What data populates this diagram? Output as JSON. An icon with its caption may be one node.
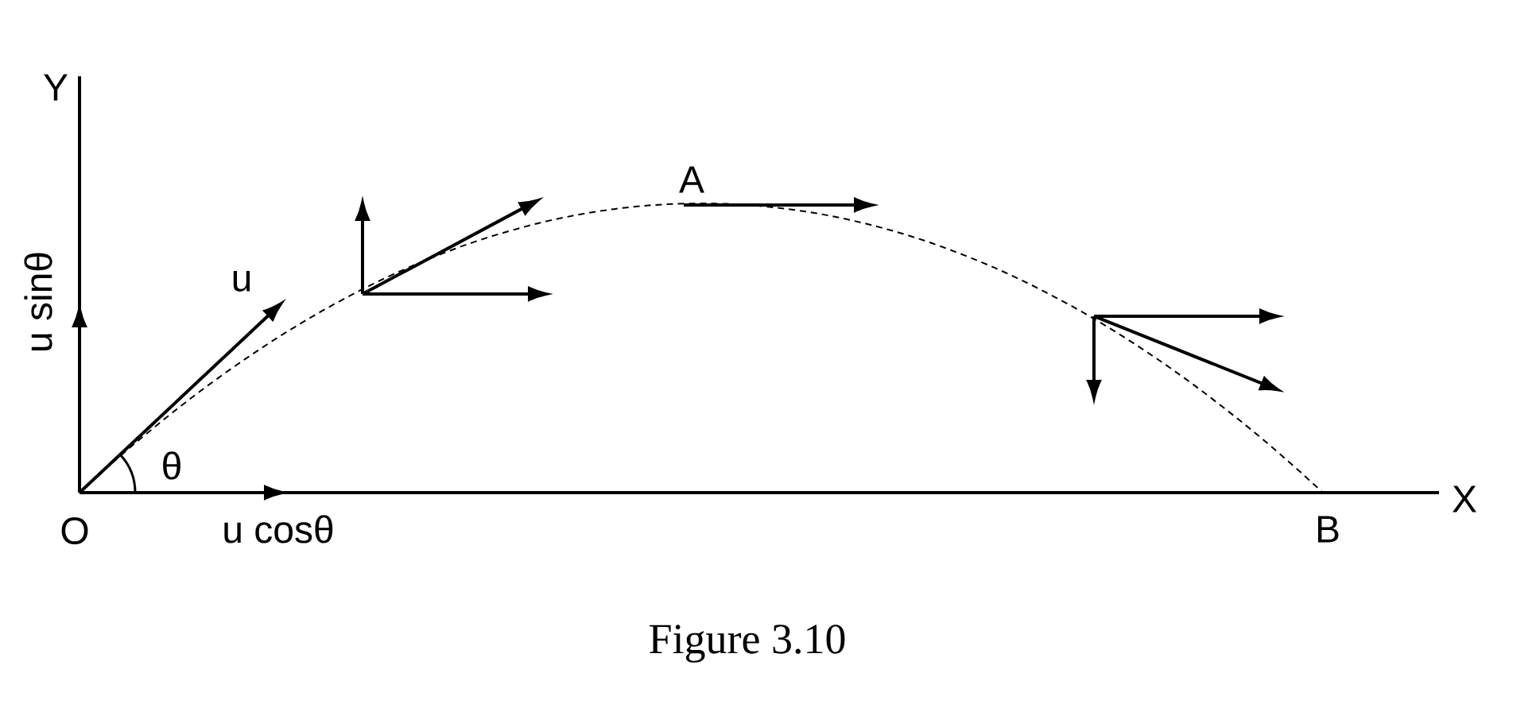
{
  "diagram": {
    "caption": "Figure 3.10",
    "labels": [
      "Y",
      "A",
      "u",
      "u sinθ",
      "θ",
      "X",
      "O",
      "u cosθ",
      "B"
    ]
  }
}
